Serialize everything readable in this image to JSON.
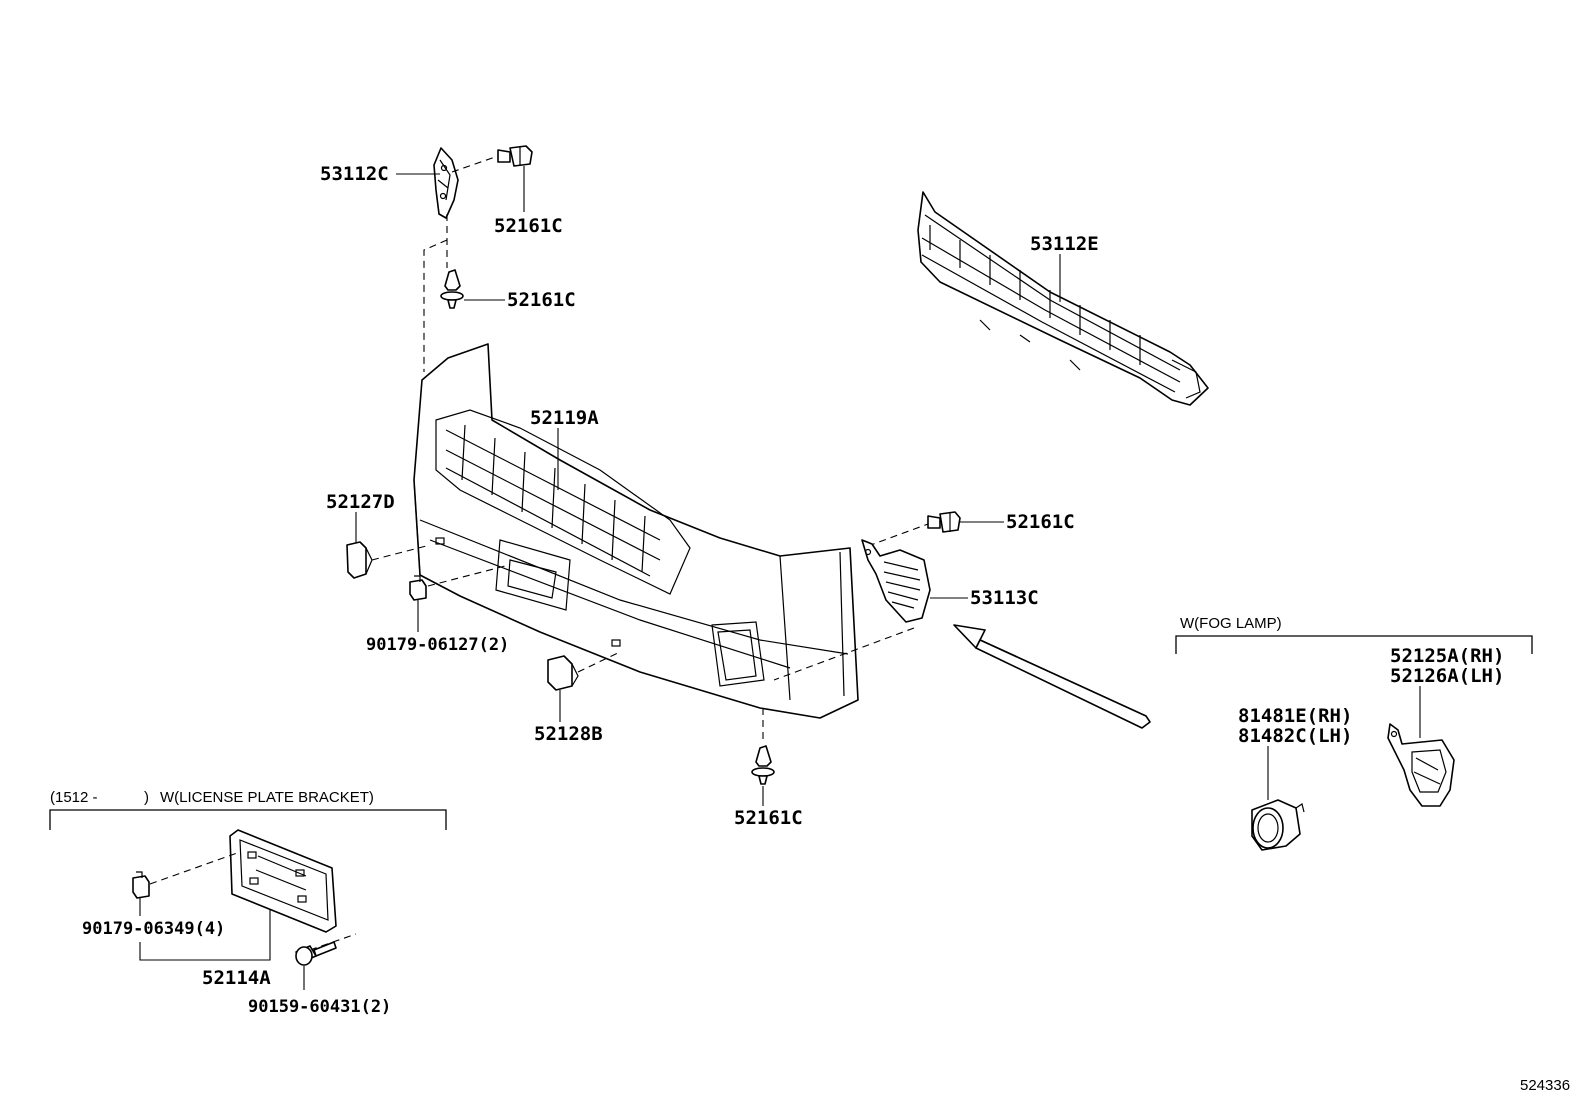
{
  "parts": {
    "p53112C": "53112C",
    "p52161C_top": "52161C",
    "p52161C_mid": "52161C",
    "p53112E": "53112E",
    "p52119A": "52119A",
    "p52127D": "52127D",
    "p52161C_right": "52161C",
    "p53113C": "53113C",
    "p90179_06127": "90179-06127(2)",
    "p52128B": "52128B",
    "p52161C_bottom": "52161C",
    "p52125A": "52125A(RH)",
    "p52126A": "52126A(LH)",
    "p81481E": "81481E(RH)",
    "p81482C": "81482C(LH)",
    "p90179_06349": "90179-06349(4)",
    "p52114A": "52114A",
    "p90159_60431": "90159-60431(2)"
  },
  "groups": {
    "fog_lamp": "W(FOG LAMP)",
    "license_bracket_date": "(1512 -",
    "license_bracket_close": ")",
    "license_bracket": "W(LICENSE PLATE BRACKET)"
  },
  "figure_id": "524336"
}
